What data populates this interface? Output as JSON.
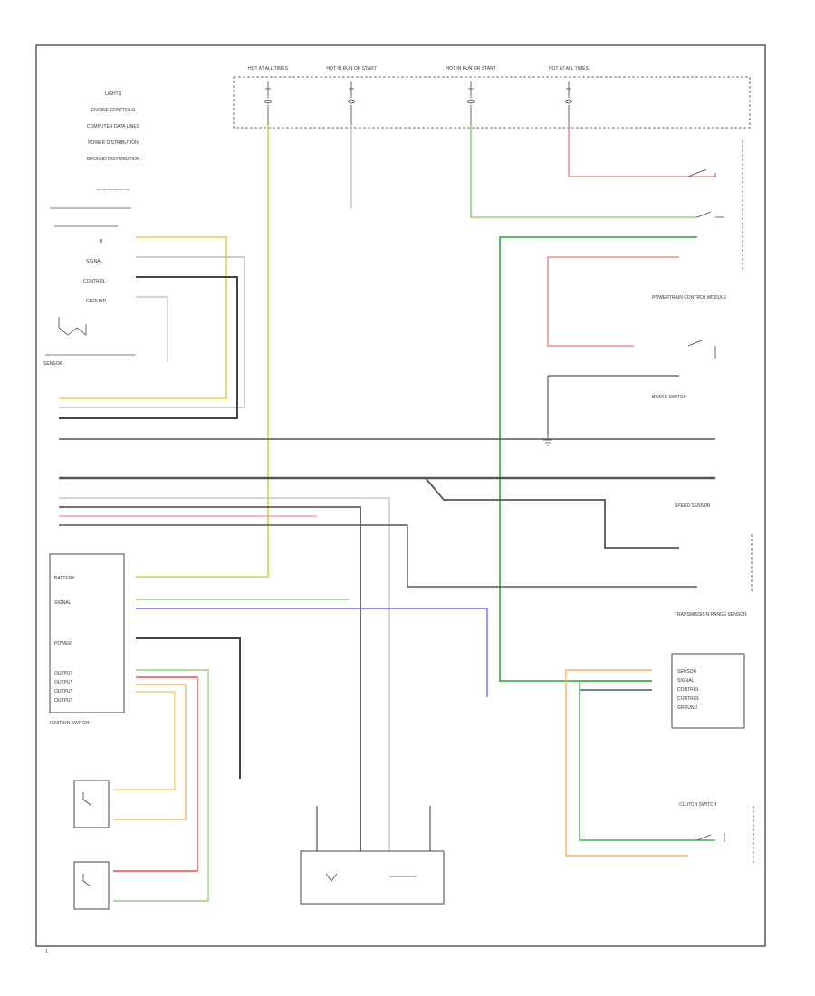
{
  "diagram": {
    "top_fuses": [
      "HOT AT ALL TIMES",
      "HOT IN RUN OR START",
      "HOT IN RUN OR START",
      "HOT AT ALL TIMES"
    ],
    "notes_block": [
      "LIGHTS",
      "ENGINE CONTROLS",
      "COMPUTER DATA LINES",
      "POWER DISTRIBUTION",
      "GROUND DISTRIBUTION"
    ],
    "left_components": [
      "SENSOR",
      "IGNITION SWITCH"
    ],
    "right_components": [
      "POWERTRAIN CONTROL MODULE",
      "BRAKE SWITCH",
      "SPEED SENSOR",
      "CLUTCH SWITCH",
      "TRANSMISSION RANGE SENSOR"
    ],
    "wire_colors": [
      "YEL",
      "GRN",
      "RED",
      "BLU",
      "GRY",
      "ORG",
      "BLK"
    ],
    "page_marker": "1"
  }
}
